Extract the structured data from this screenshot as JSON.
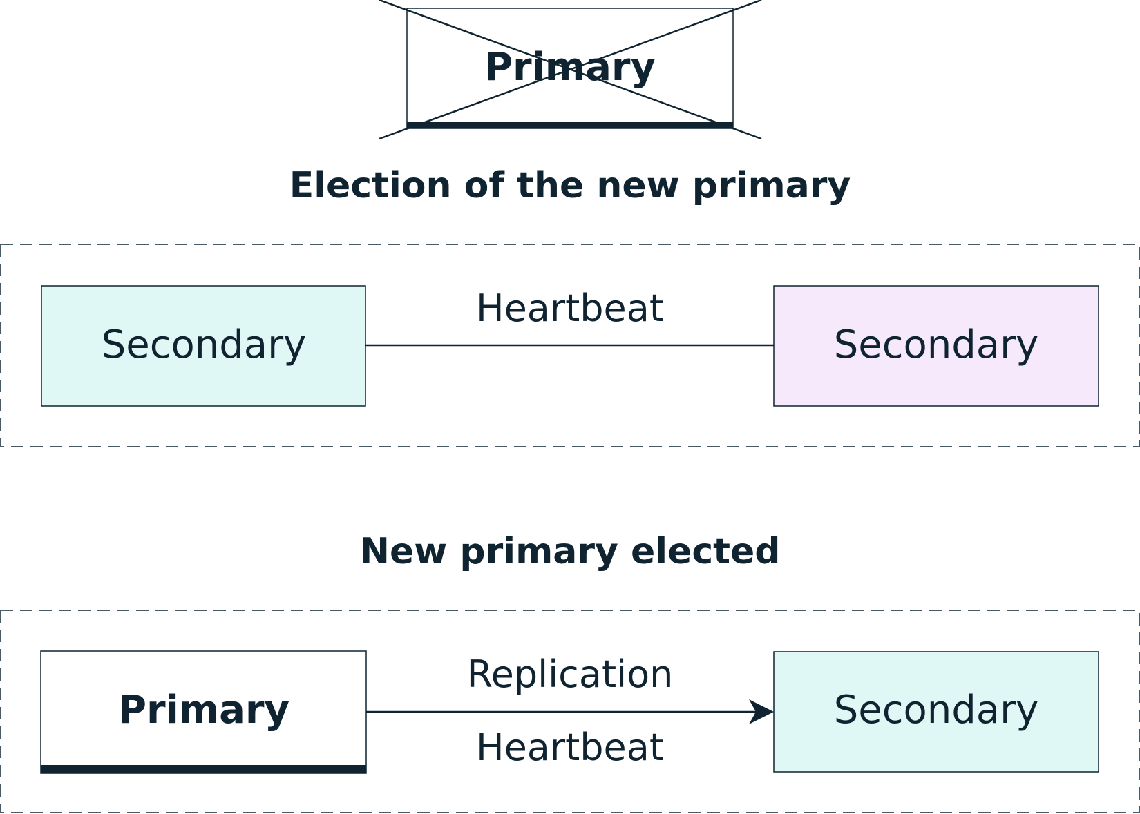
{
  "failed_primary": {
    "label": "Primary"
  },
  "election": {
    "heading": "Election of the new primary",
    "left_node": {
      "label": "Secondary",
      "fill": "#e0f8f5"
    },
    "right_node": {
      "label": "Secondary",
      "fill": "#f6e9fc"
    },
    "link_label": "Heartbeat"
  },
  "elected": {
    "heading": "New primary elected",
    "left_node": {
      "label": "Primary",
      "fill": "#ffffff"
    },
    "right_node": {
      "label": "Secondary",
      "fill": "#e0f8f5"
    },
    "link_label_top": "Replication",
    "link_label_bottom": "Heartbeat"
  },
  "colors": {
    "ink": "#0f2330",
    "dash": "#0f2330"
  }
}
